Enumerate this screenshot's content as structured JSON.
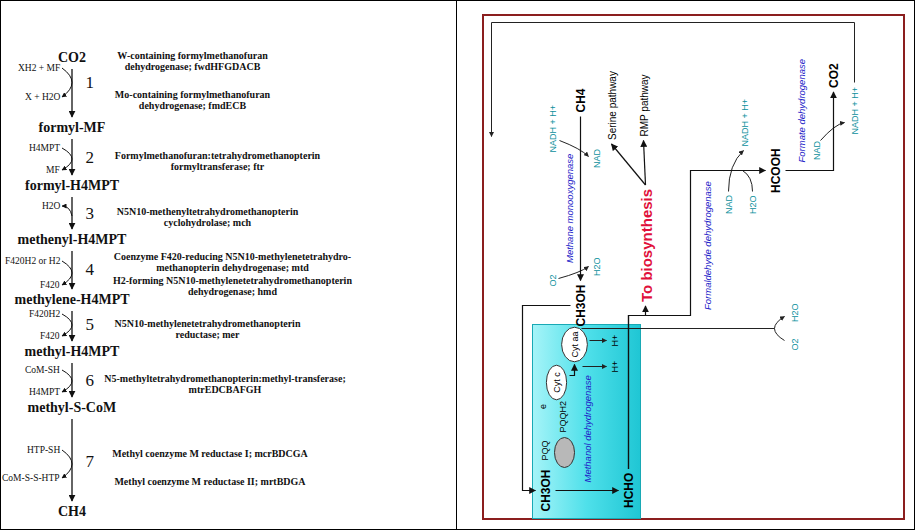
{
  "diagram": {
    "nodes": [
      {
        "text": [
          "CO2"
        ]
      },
      {
        "text": [
          "formyl-MF"
        ]
      },
      {
        "text": [
          "formyl-H4MPT"
        ]
      },
      {
        "text": [
          "methenyl-H4MPT"
        ]
      },
      {
        "text": [
          "methylene-H4MPT"
        ]
      },
      {
        "text": [
          "methyl-H4MPT"
        ]
      },
      {
        "text": [
          "methyl-S-CoM"
        ]
      },
      {
        "text": [
          "CH4"
        ]
      },
      {
        "text": [
          "CH4"
        ]
      },
      {
        "text": [
          "CH3OH"
        ]
      },
      {
        "text": [
          "To biosynthesis"
        ]
      },
      {
        "text": [
          "Serine pathway"
        ]
      },
      {
        "text": [
          "RMP pathway"
        ]
      },
      {
        "text": [
          "HCOOH"
        ]
      },
      {
        "text": [
          "CO2"
        ]
      },
      {
        "text": [
          "CH3OH"
        ]
      },
      {
        "text": [
          "HCHO"
        ]
      },
      {
        "text": [
          "Cyt c"
        ]
      },
      {
        "text": [
          "Cyt aa"
        ]
      }
    ],
    "edges": [
      {
        "from": 0,
        "to": 1,
        "arrow": "to"
      },
      {
        "from": 1,
        "to": 2,
        "arrow": "to"
      },
      {
        "from": 2,
        "to": 3,
        "arrow": "to"
      },
      {
        "from": 3,
        "to": 4,
        "arrow": "to"
      },
      {
        "from": 4,
        "to": 5,
        "arrow": "to"
      },
      {
        "from": 5,
        "to": 6,
        "arrow": "to"
      },
      {
        "from": 6,
        "to": 7,
        "arrow": "to"
      },
      {
        "from": 8,
        "to": 9,
        "arrow": "to"
      },
      {
        "from": 9,
        "to": 15,
        "arrow": "to"
      },
      {
        "from": 15,
        "to": 16,
        "arrow": "to"
      },
      {
        "from": 16,
        "to": 10,
        "arrow": "to"
      },
      {
        "from": 10,
        "to": 11,
        "arrow": "to"
      },
      {
        "from": 10,
        "to": 12,
        "arrow": "to"
      },
      {
        "from": 16,
        "to": 13,
        "arrow": "to"
      },
      {
        "from": 13,
        "to": 14,
        "arrow": "to"
      },
      {
        "from": 17,
        "to": 18,
        "arrow": "to"
      }
    ],
    "labels": [
      "XH2 + MF",
      "W-containing formylmethanofuran dehydrogenase; fwdHFGDACB",
      "1",
      "X + H2O",
      "Mo-containing formylmethanofuran dehydrogenase; fmdECB",
      "H4MPT",
      "2",
      "Formylmethanofuran:tetrahydromethanopterin formyltransferase; ftr",
      "MF",
      "H2O",
      "3",
      "N5N10-methenyltetrahydromethanopterin cyclohydrolase; mch",
      "F420H2 or H2",
      "4",
      "Coenzyme F420-reducing N5N10-methylenetetrahydro- methanopterin dehydrogenase; mtd",
      "F420",
      "H2-forming N5N10-methylenetetrahydromethanopterin dehydrogenase; hmd",
      "F420H2",
      "5",
      "N5N10-methylenetetrahydromethanopterin reductase; mer",
      "F420",
      "CoM-SH",
      "6",
      "N5-methyltetrahydromethanopterin:methyl-transferase; mtrEDCBAFGH",
      "H4MPT",
      "HTP-SH",
      "7",
      "Methyl coenzyme M reductase I; mcrBDCGA",
      "CoM-S-S-HTP",
      "Methyl coenzyme M reductase II; mrtBDGA",
      "NADH + H+",
      "O2",
      "Methane monooxygenase",
      "NAD",
      "H2O",
      "PQQ",
      "PQQH2",
      "e",
      "Methanol dehydrogenase",
      "H+",
      "H+",
      "O2",
      "H2O",
      "Formaldehyde dehydrogenase",
      "NAD",
      "H2O",
      "NADH + H+",
      "Formate dehydrogenase",
      "NAD",
      "NADH + H+"
    ]
  }
}
